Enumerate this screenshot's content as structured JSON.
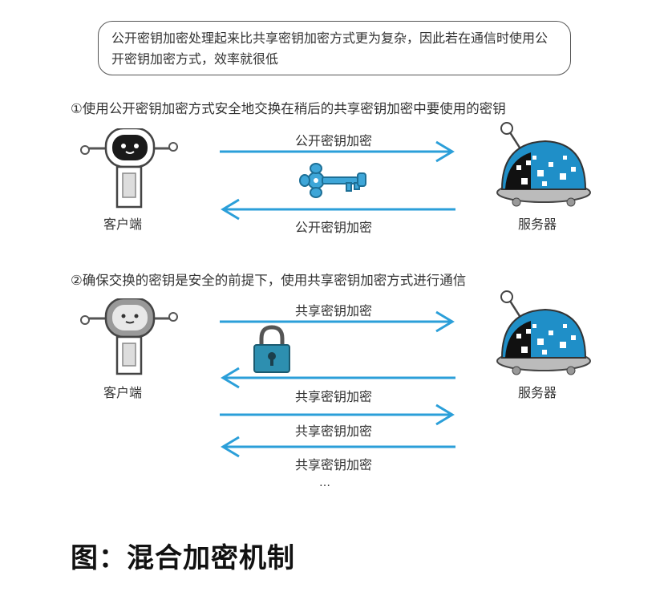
{
  "note": "公开密钥加密处理起来比共享密钥加密方式更为复杂，因此若在通信时使用公开密钥加密方式，效率就很低",
  "step1": {
    "title": "①使用公开密钥加密方式安全地交换在稍后的共享密钥加密中要使用的密钥",
    "top_arrow": "公开密钥加密",
    "bottom_arrow": "公开密钥加密",
    "client": "客户端",
    "server": "服务器"
  },
  "step2": {
    "title": "②确保交换的密钥是安全的前提下，使用共享密钥加密方式进行通信",
    "arrows": [
      "共享密钥加密",
      "共享密钥加密",
      "共享密钥加密",
      "共享密钥加密"
    ],
    "client": "客户端",
    "server": "服务器",
    "more": "…"
  },
  "caption": "图：混合加密机制",
  "colors": {
    "arrow": "#2b9fd9",
    "key": "#3ea6d8",
    "lock": "#2d8fb0",
    "server": "#1f8fc8"
  }
}
